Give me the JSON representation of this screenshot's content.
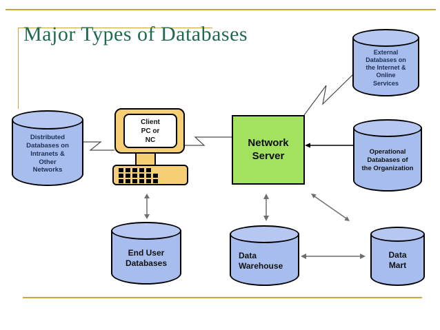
{
  "title": "Major Types of Databases",
  "diagram": {
    "external_db": {
      "label": "External\nDatabases on\nthe Internet &\nOnline\nServices"
    },
    "distributed_db": {
      "label": "Distributed\nDatabases on\nIntranets &\nOther\nNetworks"
    },
    "client_pc": {
      "label": "Client\nPC or\nNC"
    },
    "network_server": {
      "label": "Network\nServer"
    },
    "operational_db": {
      "label": "Operational\nDatabases of\nthe Organization"
    },
    "end_user_db": {
      "label": "End User\nDatabases"
    },
    "data_warehouse": {
      "label": "Data\nWarehouse"
    },
    "data_mart": {
      "label": "Data\nMart"
    }
  },
  "colors": {
    "title_green": "#20694e",
    "accent_gold": "#c9a43c",
    "cylinder_fill": "#a6bdee",
    "cylinder_top_fill": "#b6c8f2",
    "server_green": "#a2e25e",
    "pc_tan": "#f6ce74",
    "arrow_gray": "#6e6e6e",
    "outline_black": "#000000"
  }
}
